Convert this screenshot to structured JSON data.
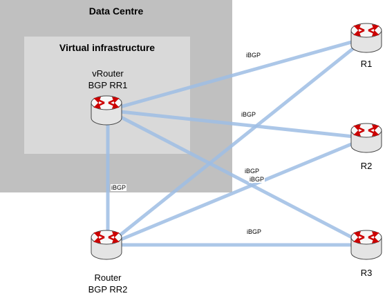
{
  "data_centre": {
    "title": "Data Centre"
  },
  "virtual_infrastructure": {
    "title": "Virtual infrastructure"
  },
  "nodes": {
    "vrouter": {
      "line1": "vRouter",
      "line2": "BGP RR1"
    },
    "router_rr2": {
      "line1": "Router",
      "line2": "BGP RR2"
    },
    "r1": {
      "label": "R1"
    },
    "r2": {
      "label": "R2"
    },
    "r3": {
      "label": "R3"
    }
  },
  "links": {
    "vr_r1": "iBGP",
    "vr_r2": "iBGP",
    "rr2_r1": "iBGP",
    "rr2_r2": "iBGP",
    "vr_rr2": "iBGP",
    "rr2_r3": "iBGP"
  },
  "colors": {
    "link": "#9dbde4",
    "router_body": "#f2f2f2",
    "router_arrows": "#cc0000",
    "data_centre_bg": "#c0c0c0",
    "virtual_bg": "#d9d9d9"
  }
}
